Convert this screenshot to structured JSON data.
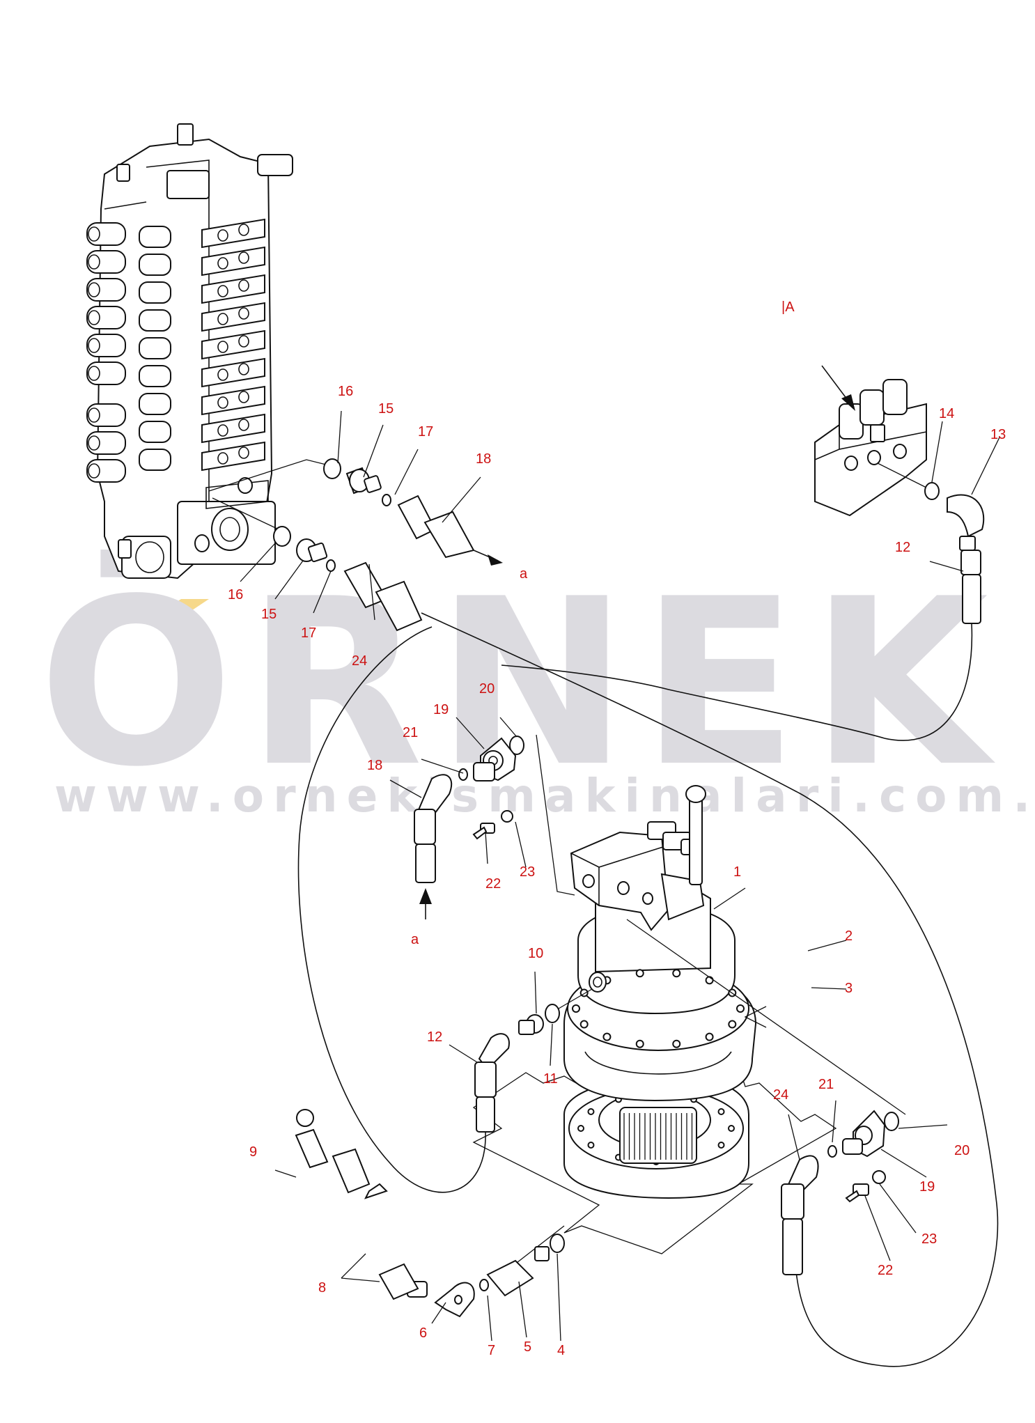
{
  "watermark": {
    "brand": "ÖRNEK",
    "url": "www.ornekismakinalari.com.tr",
    "accent_color": "#f6d88a",
    "text_color": "#dcdbe0"
  },
  "view_marker": "|A",
  "flow_labels": [
    "a",
    "a"
  ],
  "callouts": [
    "1",
    "2",
    "3",
    "4",
    "5",
    "6",
    "7",
    "8",
    "9",
    "10",
    "11",
    "12",
    "12",
    "13",
    "14",
    "15",
    "15",
    "16",
    "16",
    "17",
    "17",
    "18",
    "18",
    "19",
    "19",
    "20",
    "20",
    "21",
    "21",
    "22",
    "22",
    "23",
    "23",
    "24",
    "24"
  ]
}
